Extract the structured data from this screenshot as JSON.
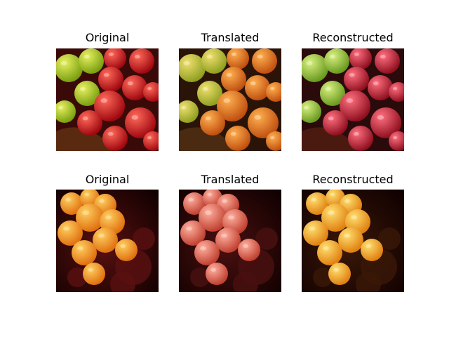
{
  "figure": {
    "rows": [
      {
        "subject": "apples",
        "panels": [
          {
            "title": "Original",
            "tone": "original"
          },
          {
            "title": "Translated",
            "tone": "translated"
          },
          {
            "title": "Reconstructed",
            "tone": "reconstructed"
          }
        ]
      },
      {
        "subject": "oranges",
        "panels": [
          {
            "title": "Original",
            "tone": "original"
          },
          {
            "title": "Translated",
            "tone": "translated"
          },
          {
            "title": "Reconstructed",
            "tone": "reconstructed"
          }
        ]
      }
    ]
  }
}
